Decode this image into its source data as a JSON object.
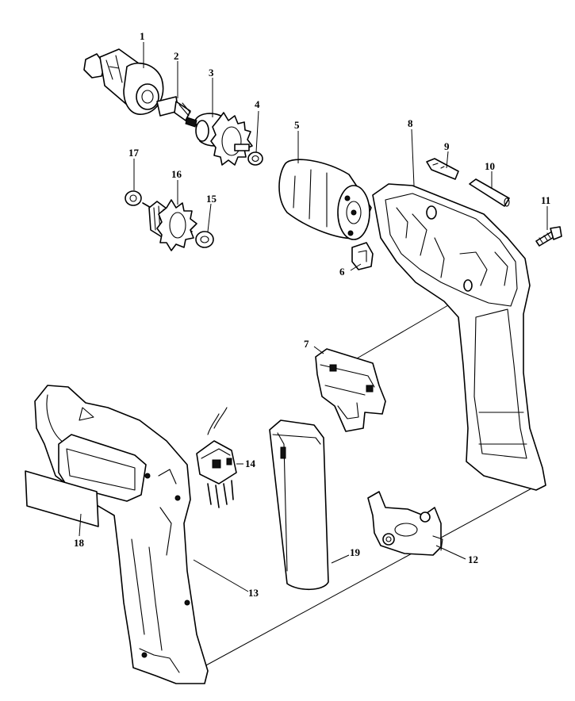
{
  "parts": [
    {
      "id": "part-1",
      "label": "1",
      "component": "chuck"
    },
    {
      "id": "part-2",
      "label": "2",
      "component": "spindle"
    },
    {
      "id": "part-3",
      "label": "3",
      "component": "spindle-gear"
    },
    {
      "id": "part-4",
      "label": "4",
      "component": "bearing"
    },
    {
      "id": "part-5",
      "label": "5",
      "component": "motor"
    },
    {
      "id": "part-6",
      "label": "6",
      "component": "brush-holder"
    },
    {
      "id": "part-7",
      "label": "7",
      "component": "switch"
    },
    {
      "id": "part-8",
      "label": "8",
      "component": "right-housing"
    },
    {
      "id": "part-9",
      "label": "9",
      "component": "pin"
    },
    {
      "id": "part-10",
      "label": "10",
      "component": "sleeve"
    },
    {
      "id": "part-11",
      "label": "11",
      "component": "screw"
    },
    {
      "id": "part-12",
      "label": "12",
      "component": "terminal-plate"
    },
    {
      "id": "part-13",
      "label": "13",
      "component": "left-housing"
    },
    {
      "id": "part-14",
      "label": "14",
      "component": "reversing-switch"
    },
    {
      "id": "part-15",
      "label": "15",
      "component": "bearing"
    },
    {
      "id": "part-16",
      "label": "16",
      "component": "intermediate-gear"
    },
    {
      "id": "part-17",
      "label": "17",
      "component": "bearing"
    },
    {
      "id": "part-18",
      "label": "18",
      "component": "name-plate"
    },
    {
      "id": "part-19",
      "label": "19",
      "component": "battery"
    }
  ]
}
